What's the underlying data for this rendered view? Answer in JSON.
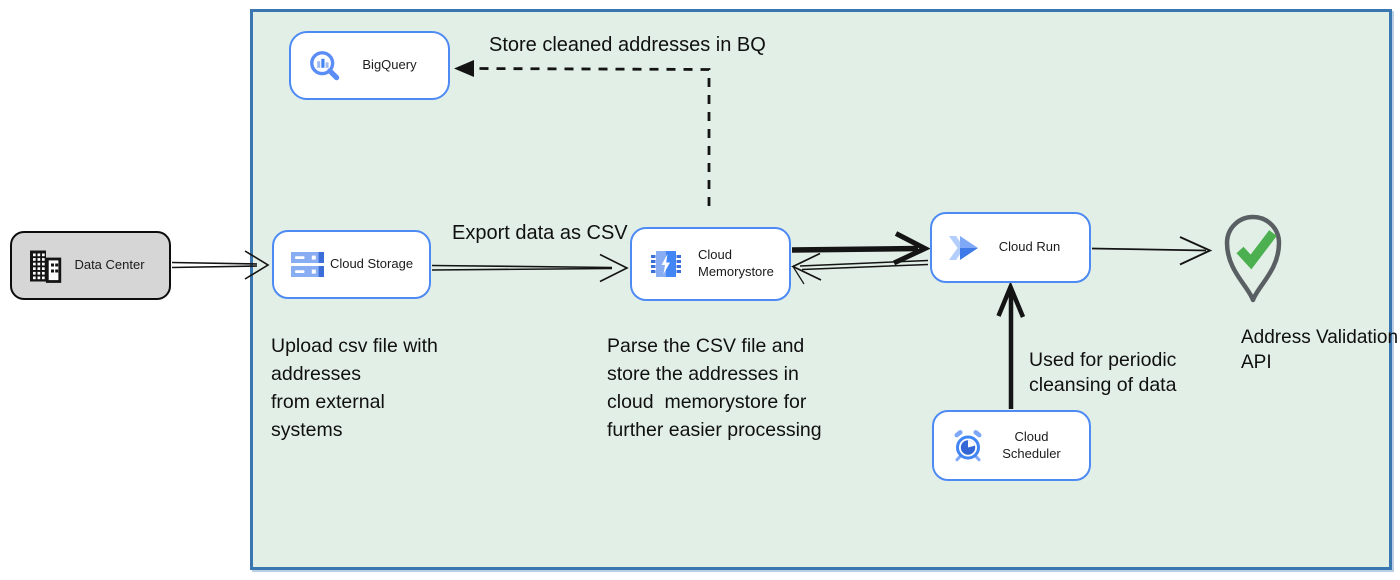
{
  "colors": {
    "boundary_fill": "#e2efe6",
    "boundary_border": "#3a76b0",
    "node_border_blue": "#4d8af4",
    "datacenter_fill": "#d6d6d6",
    "icon_blue": "#4285f4",
    "icon_blue_light": "#89adf3",
    "icon_blue_dark": "#3b6ed9",
    "check_green": "#4caf50",
    "pin_gray": "#5a5f63",
    "edge_color": "#141414"
  },
  "nodes": {
    "data_center": {
      "label": "Data Center"
    },
    "bigquery": {
      "label": "BigQuery"
    },
    "cloud_storage": {
      "label": "Cloud Storage"
    },
    "cloud_memorystore": {
      "label": "Cloud\nMemorystore"
    },
    "cloud_run": {
      "label": "Cloud Run"
    },
    "cloud_scheduler": {
      "label": "Cloud Scheduler"
    },
    "address_validation": {
      "label": "Address Validation\nAPI"
    }
  },
  "annotations": {
    "store_in_bq": "Store cleaned addresses in BQ",
    "export_csv": "Export data as CSV",
    "upload_note": "Upload csv file with\naddresses\nfrom external\nsystems",
    "parse_note": "Parse the CSV file and\nstore the addresses in\ncloud  memorystore for\nfurther easier processing",
    "scheduler_note": "Used for periodic\ncleansing of data"
  }
}
